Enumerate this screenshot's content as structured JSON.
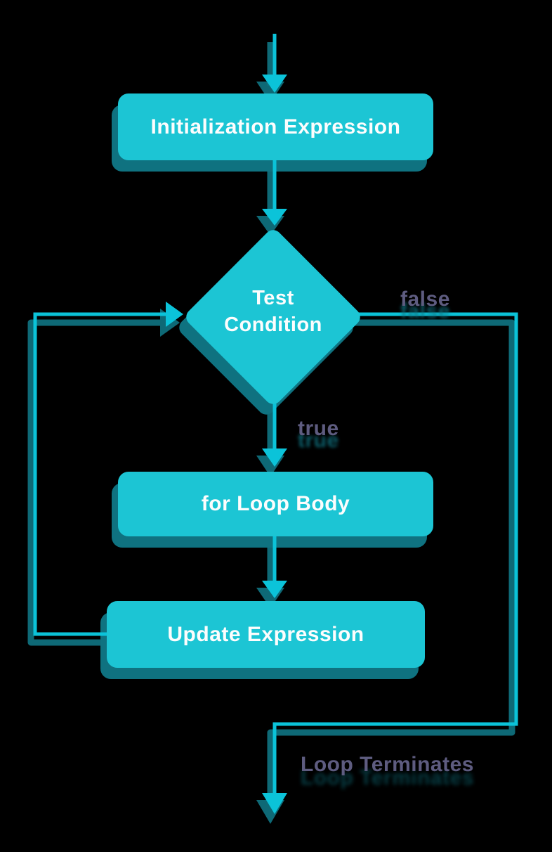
{
  "diagram": {
    "title": "for loop flowchart",
    "nodes": {
      "init": {
        "label": "Initialization Expression"
      },
      "test": {
        "label": "Test\nCondition"
      },
      "body": {
        "label": "for Loop Body"
      },
      "update": {
        "label": "Update Expression"
      }
    },
    "edge_labels": {
      "false_branch": "false",
      "true_branch": "true",
      "terminate": "Loop Terminates"
    }
  },
  "palette": {
    "bg": "#000000",
    "cyan": "#1cc5d4",
    "line": "#0bc3d9",
    "shadow": "#0f7280",
    "label": "#5e5c80",
    "text": "#fdfdfd"
  }
}
